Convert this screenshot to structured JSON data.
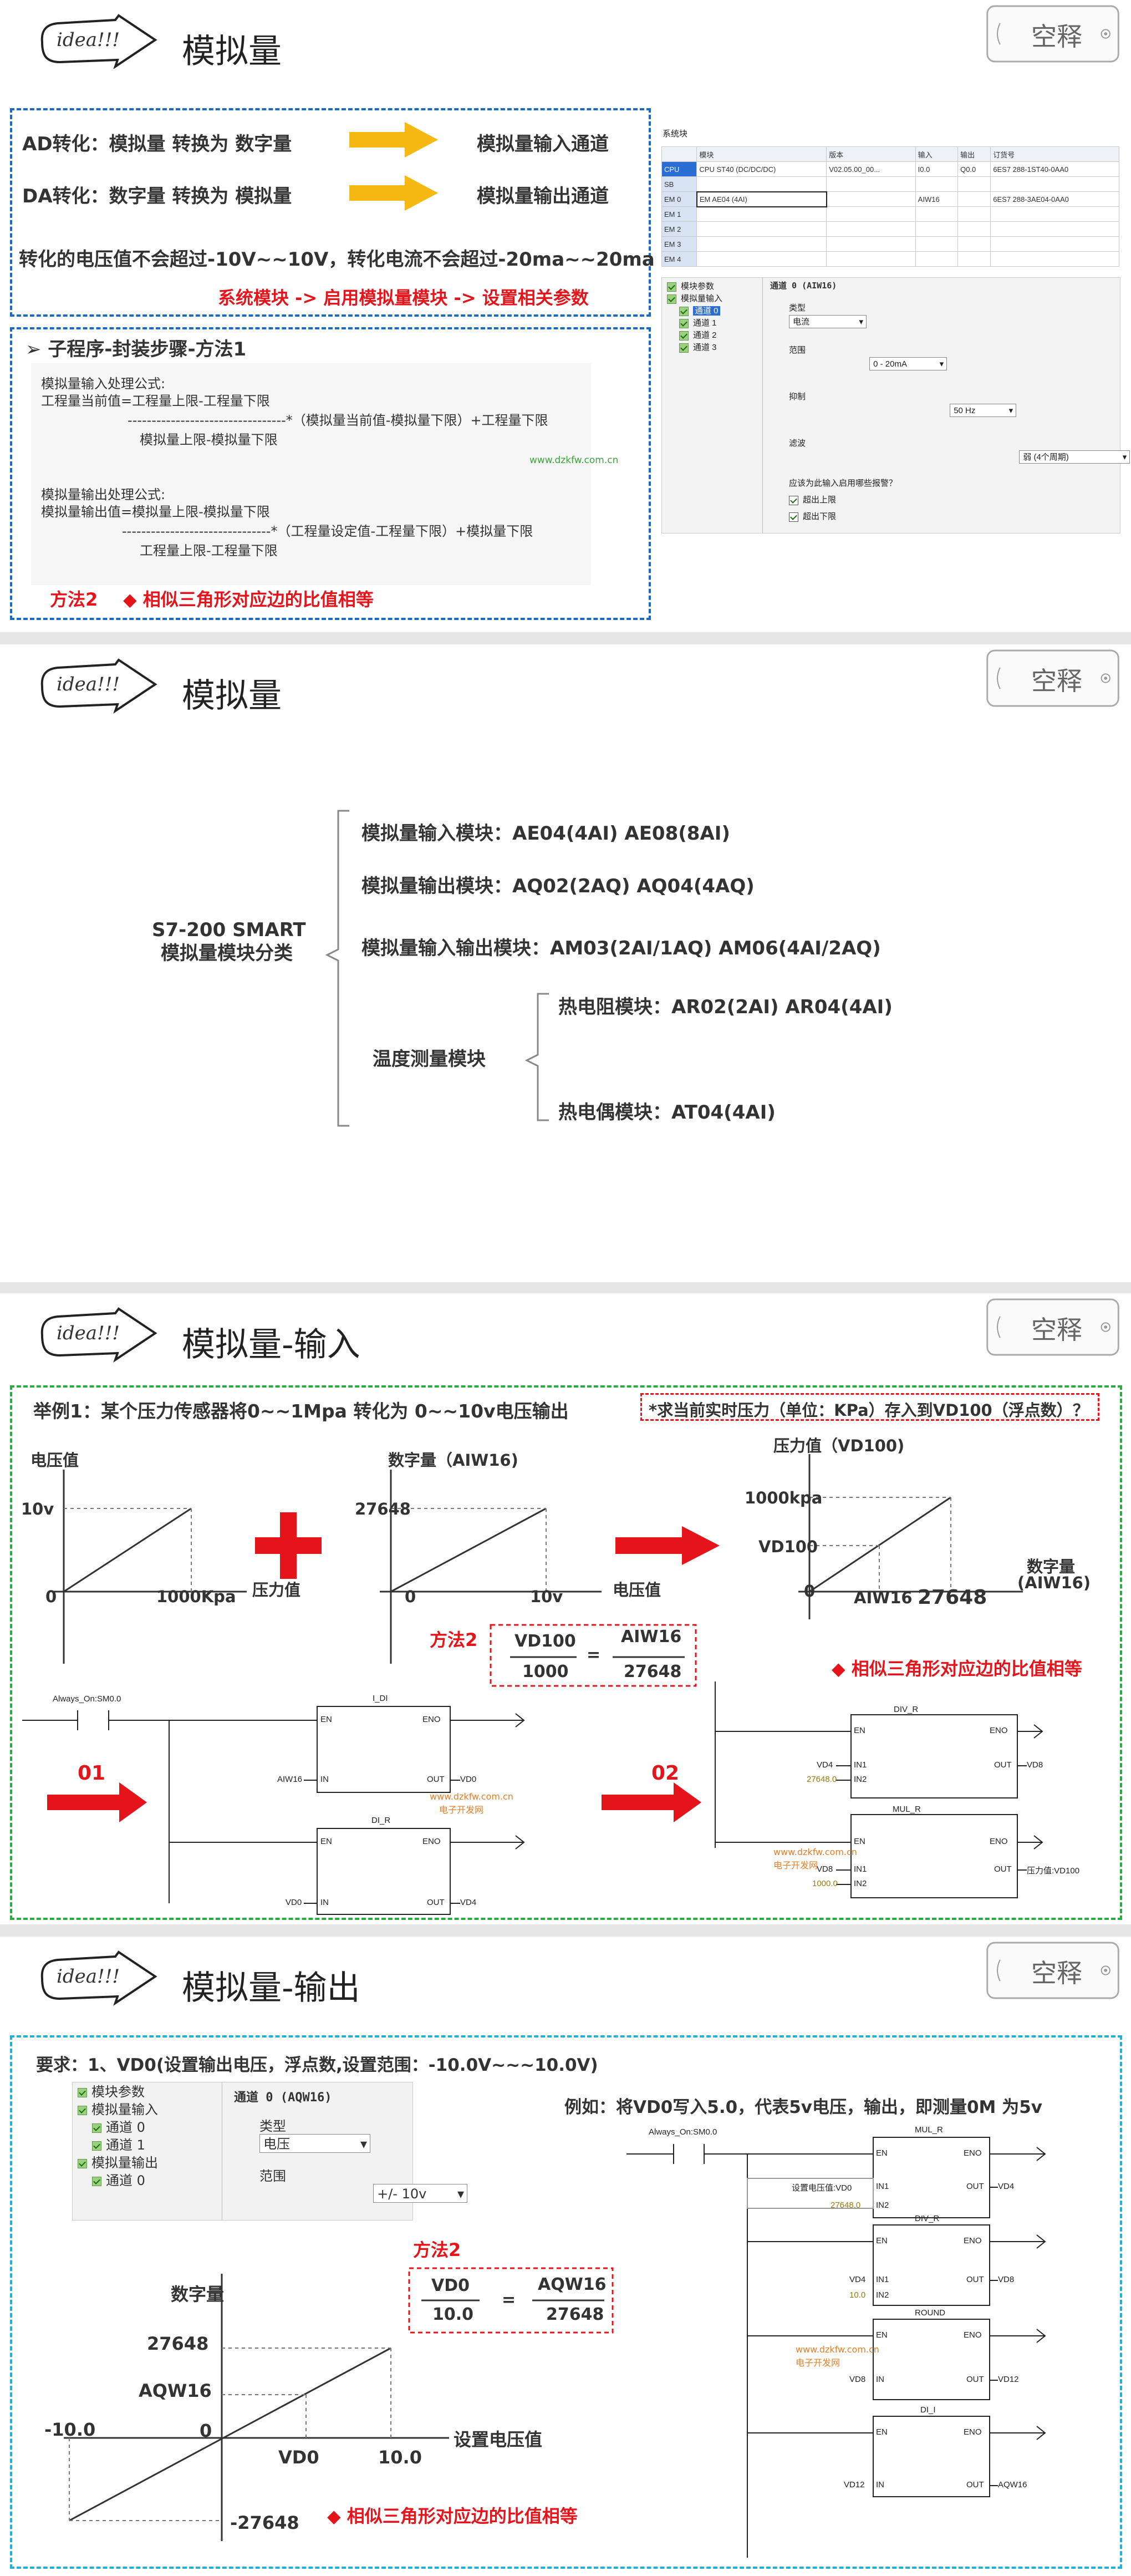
{
  "logo": "idea!!!",
  "badge": "空释",
  "s1": {
    "title": "模拟量",
    "ad": {
      "l": "AD转化：模拟量 转换为  数字量",
      "r": "模拟量输入通道"
    },
    "da": {
      "l": "DA转化：数字量 转换为  模拟量",
      "r": "模拟量输出通道"
    },
    "limit": "转化的电压值不会超过-10V~~10V，转化电流不会超过-20ma~~20ma",
    "path": "系统模块 -> 启用模拟量模块 -> 设置相关参数",
    "sub": "子程序-封装步骤-方法1",
    "f1": "模拟量输入处理公式:",
    "f2": "工程量当前值=工程量上限-工程量下限",
    "f3": "---------------------------------*（模拟量当前值-模拟量下限）+工程量下限",
    "f4": "模拟量上限-模拟量下限",
    "f5": "模拟量输出处理公式:",
    "f6": "模拟量输出值=模拟量上限-模拟量下限",
    "f7": "-------------------------------*（工程量设定值-工程量下限）+模拟量下限",
    "f8": "工程量上限-工程量下限",
    "wm": "www.dzkfw.com.cn",
    "m2": "方法2",
    "m2b": "◆ 相似三角形对应边的比值相等",
    "sys": "系统块",
    "hdr": [
      "",
      "模块",
      "版本",
      "输入",
      "输出",
      "订货号"
    ],
    "rows": [
      [
        "CPU",
        "CPU ST40 (DC/DC/DC)",
        "V02.05.00_00...",
        "I0.0",
        "Q0.0",
        "6ES7 288-1ST40-0AA0"
      ],
      [
        "SB",
        "",
        "",
        "",
        "",
        ""
      ],
      [
        "EM 0",
        "EM AE04 (4AI)",
        "",
        "AIW16",
        "",
        "6ES7 288-3AE04-0AA0"
      ],
      [
        "EM 1",
        "",
        "",
        "",
        "",
        ""
      ],
      [
        "EM 2",
        "",
        "",
        "",
        "",
        ""
      ],
      [
        "EM 3",
        "",
        "",
        "",
        "",
        ""
      ],
      [
        "EM 4",
        "",
        "",
        "",
        "",
        ""
      ]
    ],
    "tree": [
      "模块参数",
      "模拟量输入",
      "通道 0",
      "通道 1",
      "通道 2",
      "通道 3"
    ],
    "ch": "通道 0 (AIW16)",
    "type_l": "类型",
    "type_v": "电流",
    "range_l": "范围",
    "range_v": "0 - 20mA",
    "rej_l": "抑制",
    "rej_v": "50 Hz",
    "filt_l": "滤波",
    "filt_v": "弱 (4个周期)",
    "alarm": "应该为此输入启用哪些报警？",
    "c1": "超出上限",
    "c2": "超出下限"
  },
  "s2": {
    "title": "模拟量",
    "root": "S7-200 SMART\n模拟量模块分类",
    "i1": "模拟量输入模块：AE04(4AI)     AE08(8AI)",
    "i2": "模拟量输出模块：AQ02(2AQ)     AQ04(4AQ)",
    "i3": "模拟量输入输出模块：AM03(2AI/1AQ)     AM06(4AI/2AQ)",
    "temp": "温度测量模块",
    "t1": "热电阻模块：AR02(2AI)    AR04(4AI)",
    "t2": "热电偶模块：AT04(4AI)"
  },
  "s3": {
    "title": "模拟量-输入",
    "ex": "举例1：某个压力传感器将0~~1Mpa 转化为  0~~10v电压输出",
    "q": "*求当前实时压力（单位：KPa）存入到VD100（浮点数）？",
    "g1": {
      "y": "电压值",
      "yv": "10v",
      "o": "0",
      "xv": "1000Kpa",
      "x": "压力值"
    },
    "g2": {
      "y": "数字量（AIW16)",
      "yv": "27648",
      "o": "0",
      "xv": "10v",
      "x": "电压值"
    },
    "g3": {
      "y": "压力值（VD100)",
      "a": "1000kpa",
      "b": "VD100",
      "o": "0",
      "xa": "AIW16",
      "xb": "27648",
      "x1": "数字量",
      "x2": "(AIW16)"
    },
    "m2": "方法2",
    "fa": "VD100",
    "fb": "1000",
    "fc": "AIW16",
    "fd": "27648",
    "eq": "=",
    "sim": "◆ 相似三角形对应边的比值相等",
    "n1": "01",
    "n2": "02",
    "ao": "Always_On:SM0.0",
    "b1": "I_DI",
    "b2": "DI_R",
    "b3": "DIV_R",
    "b4": "MUL_R",
    "en": "EN",
    "eno": "ENO",
    "in": "IN",
    "out": "OUT",
    "in1": "IN1",
    "in2": "IN2",
    "aiw16": "AIW16",
    "vd0": "VD0",
    "vd4": "VD4",
    "vd8": "VD8",
    "v27648": "27648.0",
    "v1000": "1000.0",
    "res": "压力值:VD100",
    "wm": "www.dzkfw.com.cn",
    "wm2": "电子开发网"
  },
  "s4": {
    "title": "模拟量-输出",
    "req": "要求：1、VD0(设置输出电压，浮点数,设置范围：-10.0V~~~10.0V)",
    "tree": [
      "模块参数",
      "模拟量输入",
      "通道 0",
      "通道 1",
      "模拟量输出",
      "通道 0"
    ],
    "ch": "通道 0 (AQW16)",
    "type_l": "类型",
    "type_v": "电压",
    "range_l": "范围",
    "range_v": "+/- 10v",
    "m2": "方法2",
    "fa": "VD0",
    "fb": "10.0",
    "fc": "AQW16",
    "fd": "27648",
    "eq": "=",
    "gy": "数字量",
    "g27648": "27648",
    "gaqw": "AQW16",
    "gn10": "-10.0",
    "go": "0",
    "gx": "设置电压值",
    "gvd0": "VD0",
    "g10": "10.0",
    "gneg": "-27648",
    "sim": "◆ 相似三角形对应边的比值相等",
    "ex": "例如：将VD0写入5.0，代表5v电压，输出，即测量0M   为5v",
    "ao": "Always_On:SM0.0",
    "b1": "MUL_R",
    "b2": "DIV_R",
    "b3": "ROUND",
    "b4": "DI_I",
    "en": "EN",
    "eno": "ENO",
    "in": "IN",
    "out": "OUT",
    "in1": "IN1",
    "in2": "IN2",
    "set": "设置电压值:VD0",
    "v27648": "27648.0",
    "vd4": "VD4",
    "vd8": "VD8",
    "v10": "10.0",
    "vd12": "VD12",
    "aqw": "AQW16",
    "wm": "www.dzkfw.com.cn",
    "wm2": "电子开发网"
  }
}
